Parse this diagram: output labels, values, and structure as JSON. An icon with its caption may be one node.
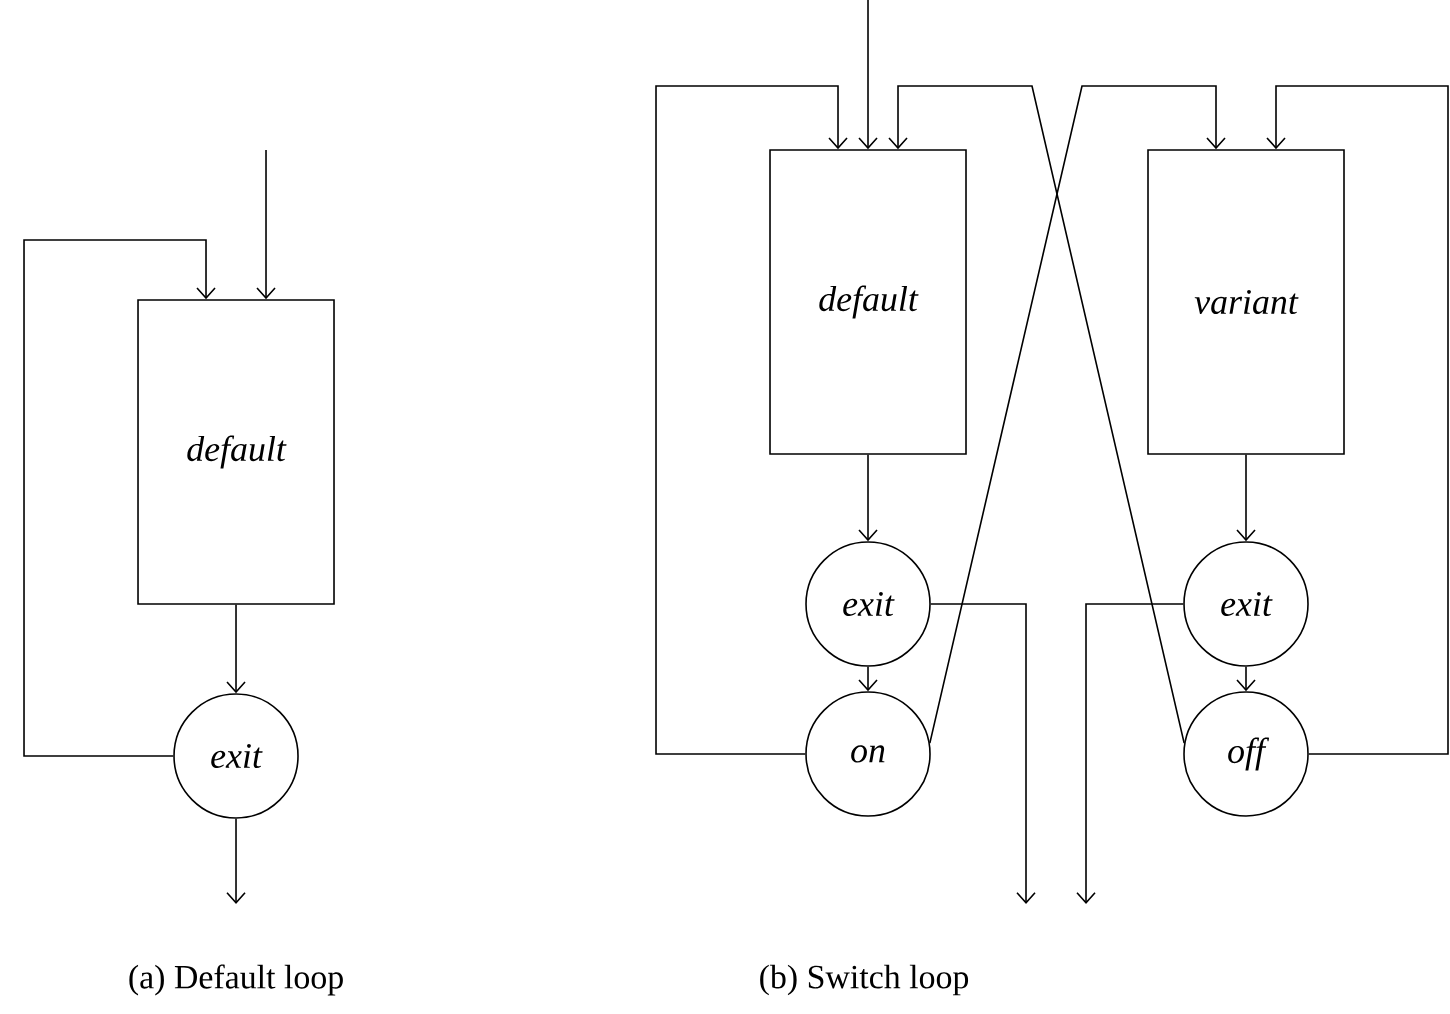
{
  "diagram": {
    "nodes": [
      {
        "text": [
          "default"
        ]
      },
      {
        "text": [
          "exit"
        ]
      },
      {
        "text": [
          "default"
        ]
      },
      {
        "text": [
          "exit"
        ]
      },
      {
        "text": [
          "on"
        ]
      },
      {
        "text": [
          "variant"
        ]
      },
      {
        "text": [
          "exit"
        ]
      },
      {
        "text": [
          "off"
        ]
      }
    ],
    "edges": [
      {
        "from": null,
        "to": 0,
        "arrow": "to"
      },
      {
        "from": 0,
        "to": 1,
        "arrow": "to"
      },
      {
        "from": 1,
        "to": 0,
        "arrow": "to"
      },
      {
        "from": 1,
        "to": null,
        "arrow": "to"
      },
      {
        "from": null,
        "to": 2,
        "arrow": "to"
      },
      {
        "from": 2,
        "to": 3,
        "arrow": "to"
      },
      {
        "from": 3,
        "to": 4,
        "arrow": "to"
      },
      {
        "from": 4,
        "to": 2,
        "arrow": "to"
      },
      {
        "from": 4,
        "to": 5,
        "arrow": "to"
      },
      {
        "from": 3,
        "to": null,
        "arrow": "to"
      },
      {
        "from": 5,
        "to": 6,
        "arrow": "to"
      },
      {
        "from": 6,
        "to": 7,
        "arrow": "to"
      },
      {
        "from": 7,
        "to": 5,
        "arrow": "to"
      },
      {
        "from": 7,
        "to": 2,
        "arrow": "to"
      },
      {
        "from": 6,
        "to": null,
        "arrow": "to"
      }
    ],
    "labels": [
      "(a) Default loop",
      "(b) Switch loop"
    ]
  }
}
